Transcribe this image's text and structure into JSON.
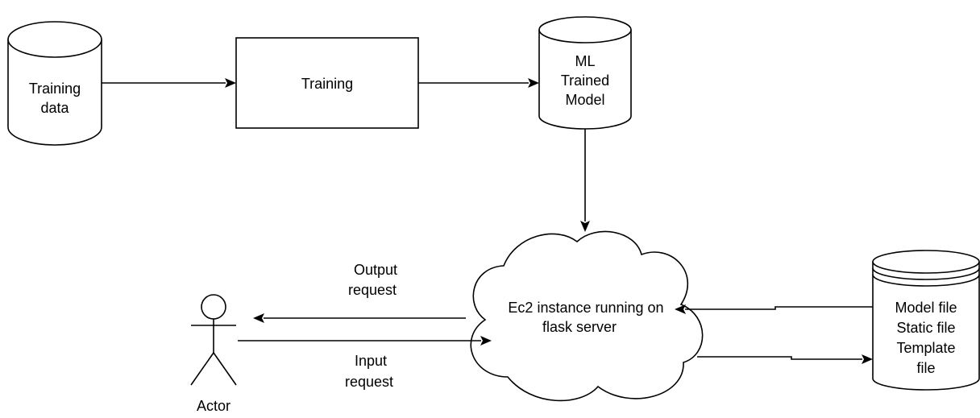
{
  "nodes": {
    "training_data": [
      "Training",
      "data"
    ],
    "training": [
      "Training"
    ],
    "ml_model": [
      "ML",
      "Trained",
      "Model"
    ],
    "ec2": [
      "Ec2 instance running on",
      "flask server"
    ],
    "files": [
      "Model file",
      "Static file",
      "Template",
      "file"
    ],
    "actor": [
      "Actor"
    ]
  },
  "edges": {
    "output_request": [
      "Output",
      "request"
    ],
    "input_request": [
      "Input",
      "request"
    ]
  },
  "colors": {
    "stroke": "#000000",
    "fill": "#ffffff"
  }
}
